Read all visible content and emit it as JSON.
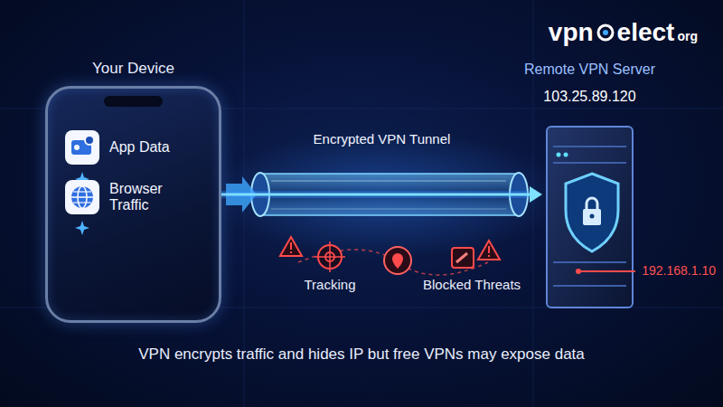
{
  "diagram": {
    "caption": "VPN encrypts traffic and hides IP but free VPNs may expose data",
    "nodes": [
      {
        "text": [
          "Your Device"
        ]
      },
      {
        "text": [
          "App Data"
        ],
        "in": 0
      },
      {
        "text": [
          "Browser Traffic"
        ],
        "in": 0
      },
      {
        "text": [
          "Remote VPN Server",
          "103.25.89.120"
        ]
      }
    ],
    "edges": [
      {
        "from": 0,
        "to": 3,
        "arrow": "to",
        "label": "Encrypted VPN Tunnel"
      }
    ],
    "labels": [
      "vpn",
      "elect",
      "org",
      "192.168.1.10",
      "Tracking",
      "Blocked Threats"
    ]
  }
}
